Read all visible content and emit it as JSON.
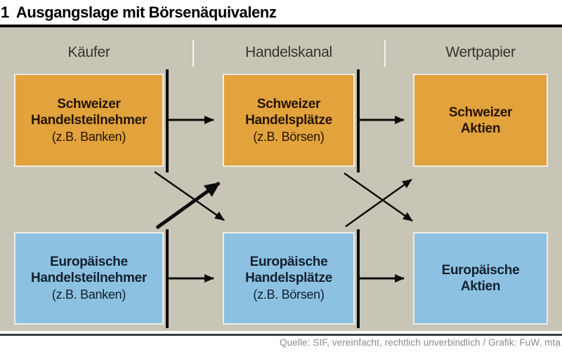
{
  "title": {
    "number": "1",
    "text": "Ausgangslage mit Börsenäquivalenz"
  },
  "column_headers": [
    {
      "label": "Käufer"
    },
    {
      "label": "Handelskanal"
    },
    {
      "label": "Wertpapier"
    }
  ],
  "boxes": [
    {
      "id": "swiss-participants",
      "line1": "Schweizer",
      "line2": "Handelsteilnehmer",
      "subtitle": "(z.B. Banken)",
      "color": "orange"
    },
    {
      "id": "swiss-venues",
      "line1": "Schweizer",
      "line2": "Handelsplätze",
      "subtitle": "(z.B. Börsen)",
      "color": "orange"
    },
    {
      "id": "swiss-shares",
      "line1": "Schweizer",
      "line2": "Aktien",
      "subtitle": "",
      "color": "orange"
    },
    {
      "id": "european-participants",
      "line1": "Europäische",
      "line2": "Handelsteilnehmer",
      "subtitle": "(z.B. Banken)",
      "color": "blue"
    },
    {
      "id": "european-venues",
      "line1": "Europäische",
      "line2": "Handelsplätze",
      "subtitle": "(z.B. Börsen)",
      "color": "blue"
    },
    {
      "id": "european-shares",
      "line1": "Europäische",
      "line2": "Aktien",
      "subtitle": "",
      "color": "blue"
    }
  ],
  "connections": [
    {
      "from": "swiss-participants",
      "to": "swiss-venues",
      "style": "horizontal"
    },
    {
      "from": "swiss-venues",
      "to": "swiss-shares",
      "style": "horizontal"
    },
    {
      "from": "european-participants",
      "to": "european-venues",
      "style": "horizontal"
    },
    {
      "from": "european-venues",
      "to": "european-shares",
      "style": "horizontal"
    },
    {
      "from": "european-participants",
      "to": "swiss-venues",
      "style": "diagonal-bold"
    },
    {
      "from": "swiss-participants",
      "to": "european-venues",
      "style": "diagonal"
    },
    {
      "from": "european-venues",
      "to": "swiss-shares",
      "style": "diagonal"
    },
    {
      "from": "swiss-venues",
      "to": "european-shares",
      "style": "diagonal"
    }
  ],
  "footer": {
    "source": "Quelle: SIF, vereinfacht, rechtlich unverbindlich / Grafik: FuW, mta"
  },
  "colors": {
    "swiss_box": "#e2a23c",
    "european_box": "#8cc1e1",
    "panel_background": "#c8c5b6",
    "box_border": "#f0ede2",
    "arrow_black": "#0b0b0b",
    "footer_rule": "#3a3f4d",
    "footer_text": "#8a8a86"
  }
}
